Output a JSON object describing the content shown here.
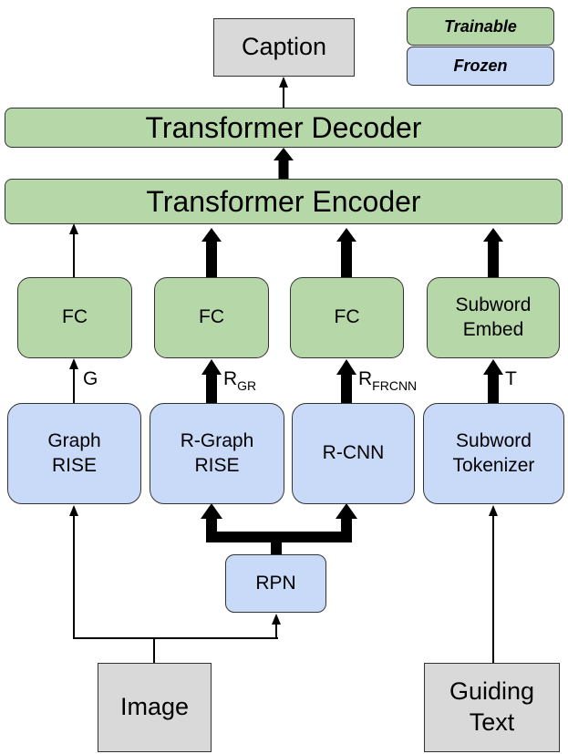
{
  "legend": {
    "trainable": "Trainable",
    "frozen": "Frozen",
    "trainable_color": "#b6d7a8",
    "frozen_color": "#c9daf8"
  },
  "caption": "Caption",
  "decoder": "Transformer Decoder",
  "encoder": "Transformer Encoder",
  "fc_boxes": [
    "FC",
    "FC",
    "FC"
  ],
  "subword_embed": [
    "Subword",
    "Embed"
  ],
  "edge_labels": {
    "g": "G",
    "r": "R",
    "r_gr_sub": "GR",
    "r_frcnn_sub": "FRCNN",
    "t": "T"
  },
  "graph_rise": [
    "Graph",
    "RISE"
  ],
  "r_graph_rise": [
    "R-Graph",
    "RISE"
  ],
  "r_cnn": "R-CNN",
  "subword_tokenizer": [
    "Subword",
    "Tokenizer"
  ],
  "rpn": "RPN",
  "image": "Image",
  "guiding_text": [
    "Guiding",
    "Text"
  ]
}
